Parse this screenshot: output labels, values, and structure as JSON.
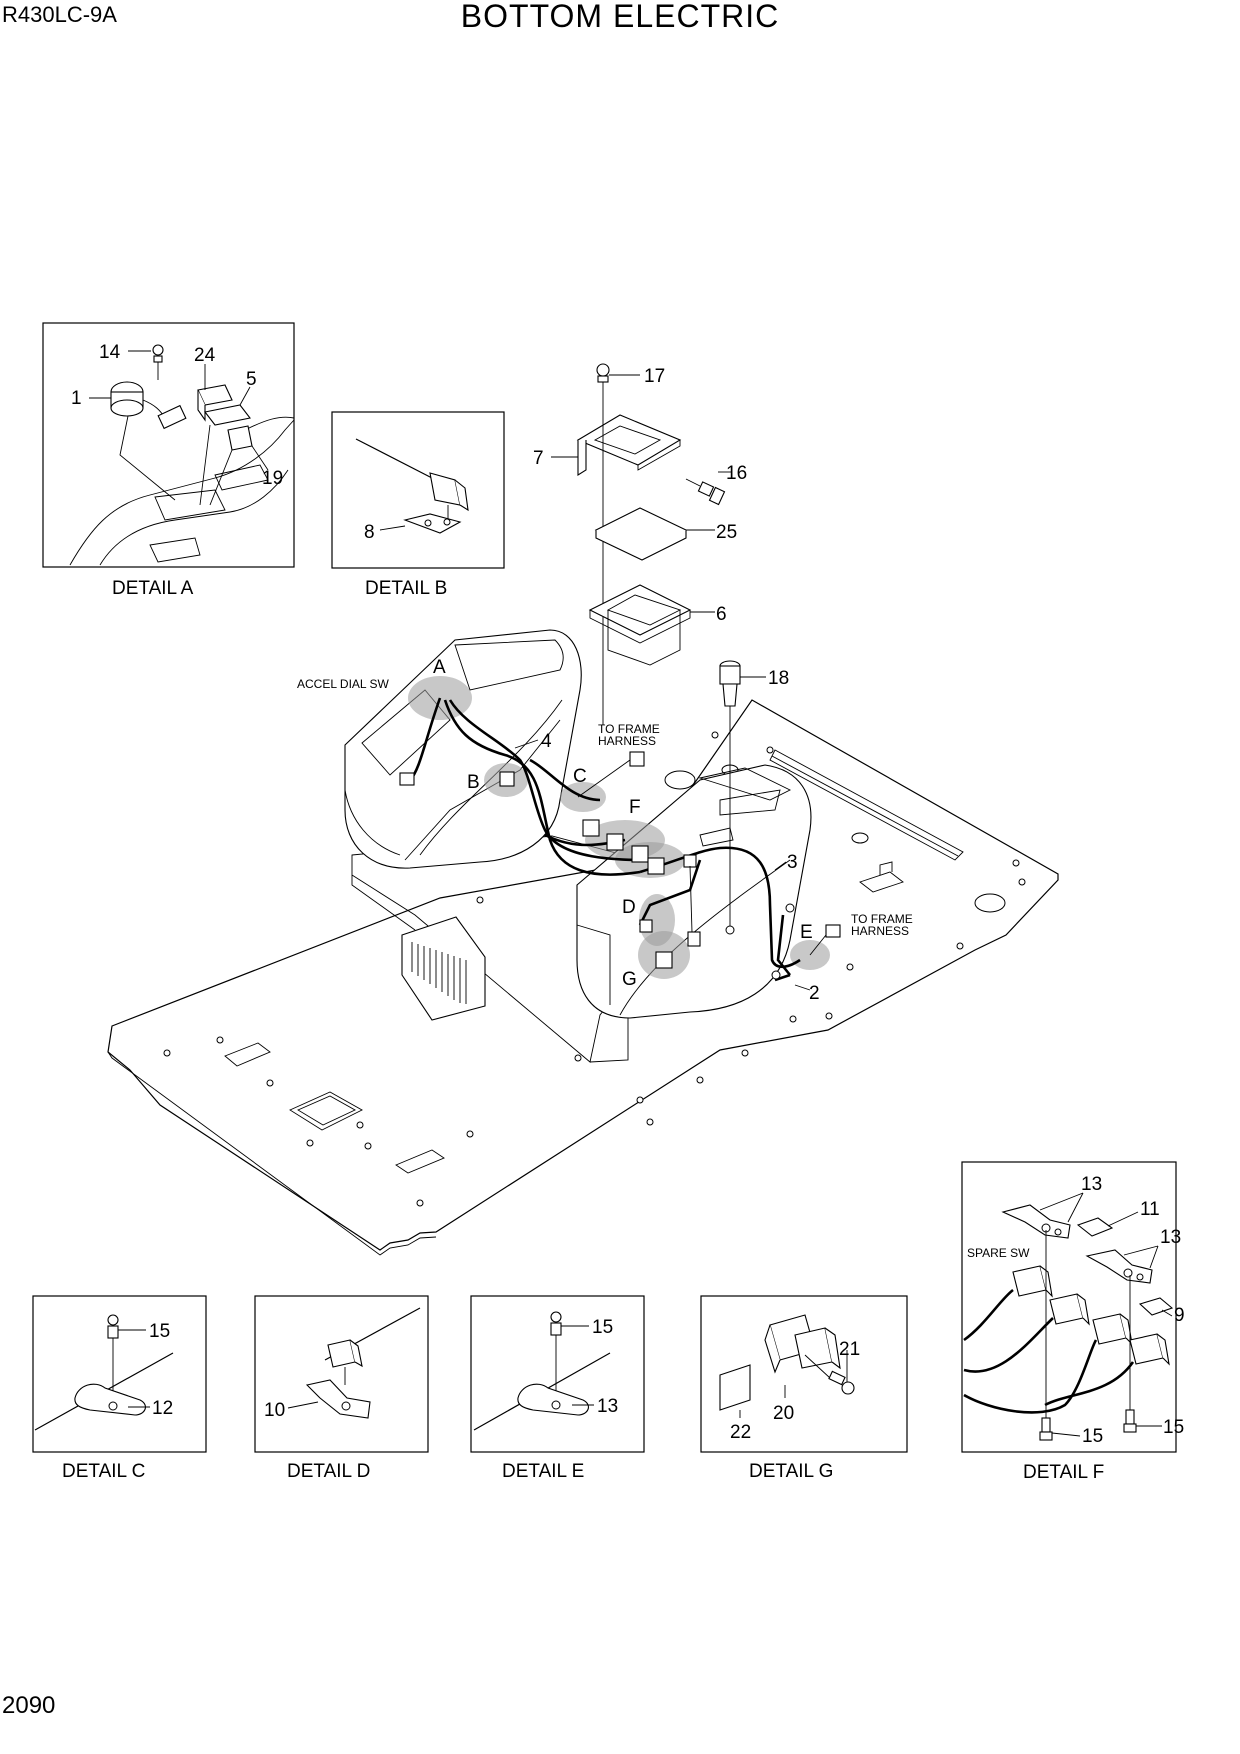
{
  "header": {
    "model": "R430LC-9A",
    "title": "BOTTOM ELECTRIC"
  },
  "page_number": "2090",
  "details": {
    "a": {
      "caption": "DETAIL A",
      "labels": [
        "14",
        "24",
        "5",
        "1",
        "19"
      ]
    },
    "b": {
      "caption": "DETAIL B",
      "labels": [
        "8"
      ]
    },
    "c": {
      "caption": "DETAIL C",
      "labels": [
        "15",
        "12"
      ]
    },
    "d": {
      "caption": "DETAIL D",
      "labels": [
        "10"
      ]
    },
    "e": {
      "caption": "DETAIL E",
      "labels": [
        "15",
        "13"
      ]
    },
    "g": {
      "caption": "DETAIL G",
      "labels": [
        "21",
        "20",
        "22"
      ]
    },
    "f": {
      "caption": "DETAIL F",
      "labels": [
        "13",
        "11",
        "13",
        "9",
        "15",
        "15"
      ],
      "note": "SPARE SW"
    }
  },
  "main": {
    "part_labels": [
      "17",
      "7",
      "16",
      "25",
      "6",
      "18",
      "4",
      "3",
      "2"
    ],
    "detail_markers": [
      "A",
      "B",
      "C",
      "F",
      "D",
      "E",
      "G"
    ],
    "notes": {
      "accel": "ACCEL DIAL SW",
      "to_frame_1": "TO FRAME",
      "harness_1": "HARNESS",
      "to_frame_2": "TO FRAME",
      "harness_2": "HARNESS"
    }
  }
}
